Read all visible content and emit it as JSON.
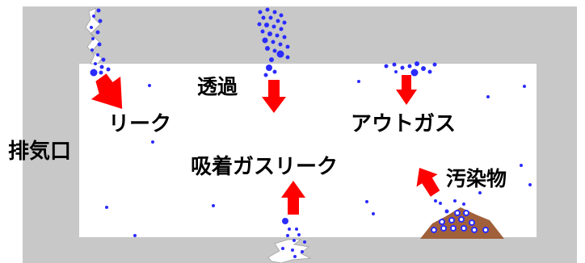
{
  "labels": {
    "exhaust_port": "排気口",
    "leak": "リーク",
    "permeation": "透過",
    "outgas": "アウトガス",
    "adsorbed_gas_leak": "吸着ガスリーク",
    "contaminant": "汚染物"
  },
  "colors": {
    "chamber_wall": "#c8c8c8",
    "chamber_interior": "#ffffff",
    "molecule": "#2b2bff",
    "arrow": "#ff0000",
    "contaminant": "#a0603a"
  }
}
